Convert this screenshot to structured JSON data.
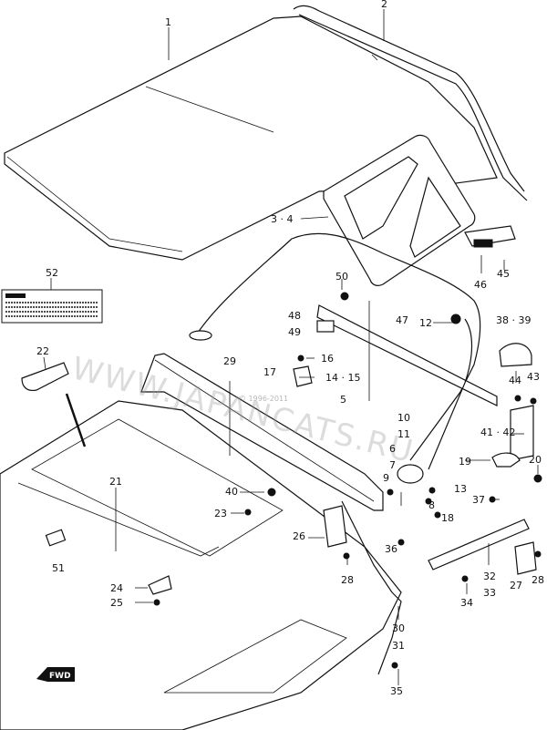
{
  "labels": {
    "l1": "1",
    "l2": "2",
    "l3_4": "3 · 4",
    "l5": "5",
    "l6": "6",
    "l7": "7",
    "l8": "8",
    "l9": "9",
    "l10": "10",
    "l11": "11",
    "l12": "12",
    "l13": "13",
    "l14_15": "14 · 15",
    "l16": "16",
    "l17": "17",
    "l18": "18",
    "l19": "19",
    "l20": "20",
    "l21": "21",
    "l22": "22",
    "l23": "23",
    "l24": "24",
    "l25": "25",
    "l26": "26",
    "l27": "27",
    "l28a": "28",
    "l28b": "28",
    "l29": "29",
    "l30": "30",
    "l31": "31",
    "l32": "32",
    "l33": "33",
    "l34": "34",
    "l35": "35",
    "l36": "36",
    "l37": "37",
    "l38_39": "38 · 39",
    "l40": "40",
    "l41_42": "41 · 42",
    "l43": "43",
    "l44": "44",
    "l45": "45",
    "l46": "46",
    "l47": "47",
    "l48": "48",
    "l49": "49",
    "l50": "50",
    "l51": "51",
    "l52": "52"
  },
  "watermark": {
    "main": "WWW.JAPANCATS.RU",
    "small": "© 1996-2011"
  },
  "fwd_badge": "FWD",
  "icons": [
    "label-sticker-icon",
    "fwd-arrow-icon"
  ]
}
